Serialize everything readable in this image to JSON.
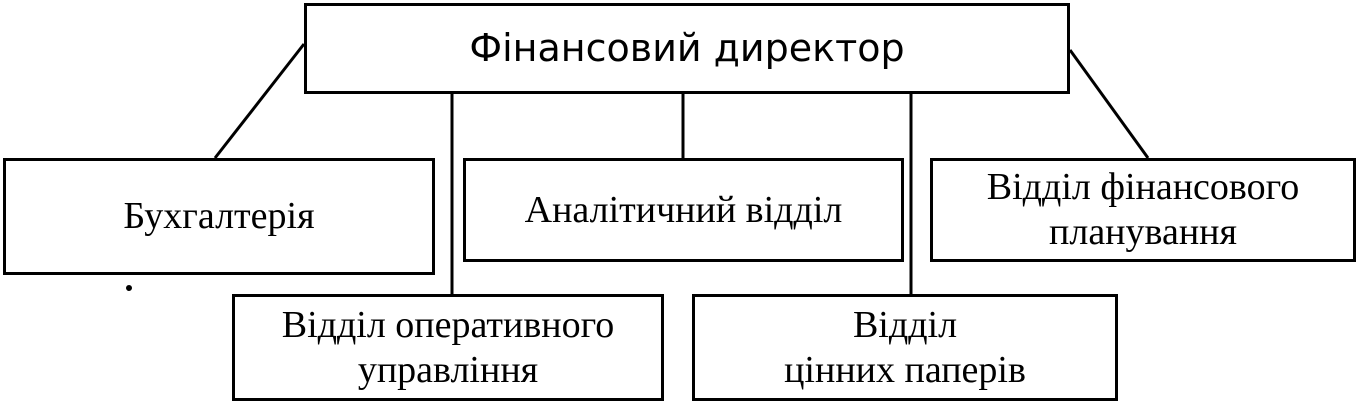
{
  "diagram": {
    "root": {
      "label": "Фінансовий директор"
    },
    "departments": {
      "accounting": {
        "lines": [
          "Бухгалтерія"
        ]
      },
      "analytic": {
        "lines": [
          "Аналітичний відділ"
        ]
      },
      "financial_planning": {
        "lines": [
          "Відділ фінансового",
          "планування"
        ]
      },
      "operative_management": {
        "lines": [
          "Відділ оперативного",
          "управління"
        ]
      },
      "securities": {
        "lines": [
          "Відділ",
          "цінних паперів"
        ]
      }
    },
    "colors": {
      "ink": "#000000",
      "background": "#ffffff"
    }
  }
}
